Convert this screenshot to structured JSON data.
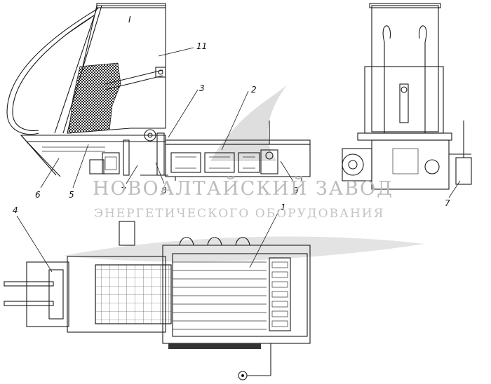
{
  "drawing": {
    "hopper_mark": "I",
    "callouts": [
      "1",
      "2",
      "3",
      "4",
      "5",
      "6",
      "7",
      "7",
      "8",
      "9",
      "11"
    ]
  },
  "watermark": {
    "line1": "НОВОАЛТАЙСКИЙ ЗАВОД",
    "line2": "ЭНЕРГЕТИЧЕСКОГО ОБОРУДОВАНИЯ"
  },
  "colors": {
    "line": "#1a1a1a",
    "watermark": "#bcbcbc",
    "mesh": "#2a2a2a"
  }
}
